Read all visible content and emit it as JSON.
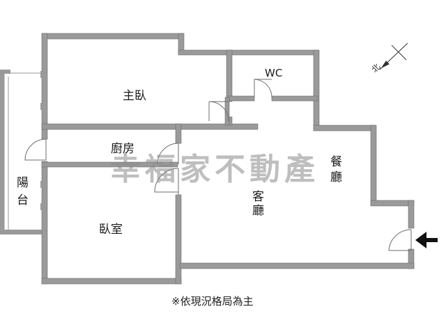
{
  "rooms": {
    "master_bedroom": "主臥",
    "wc": "WC",
    "kitchen": "廚房",
    "balcony": "陽台",
    "bedroom": "臥室",
    "living_room": "客廳",
    "dining_room": "餐廳"
  },
  "watermark": "幸福家不動產",
  "compass": {
    "direction_label": "北"
  },
  "footer_note": "※依現況格局為主",
  "colors": {
    "wall": "#9a9a9a",
    "wall_edge": "#6e6e6e",
    "entrance_arrow": "#111111",
    "watermark": "#8a8a8a"
  }
}
